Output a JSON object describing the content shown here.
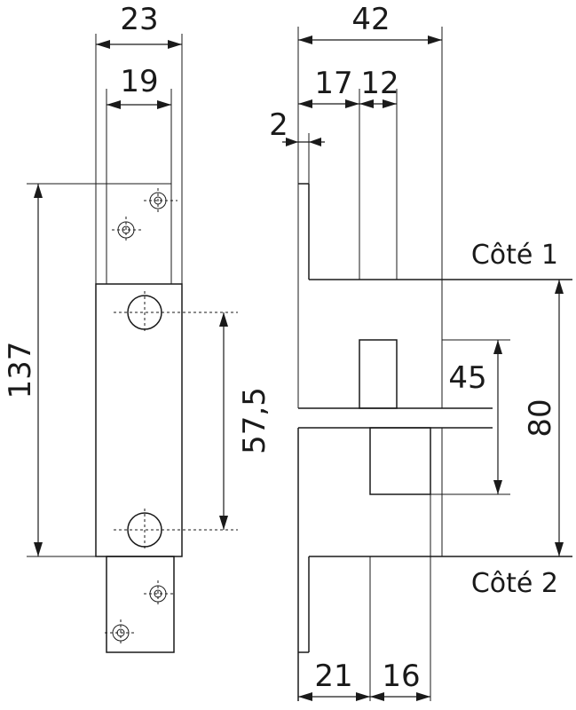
{
  "dimensions": {
    "d23": "23",
    "d19": "19",
    "d137": "137",
    "d57_5": "57,5",
    "d42": "42",
    "d17": "17",
    "d12": "12",
    "d2": "2",
    "d45": "45",
    "d80": "80",
    "d21": "21",
    "d16": "16"
  },
  "sides": {
    "side1": "Côté 1",
    "side2": "Côté 2"
  },
  "colors": {
    "line": "#1a1a1a",
    "background": "#ffffff"
  }
}
